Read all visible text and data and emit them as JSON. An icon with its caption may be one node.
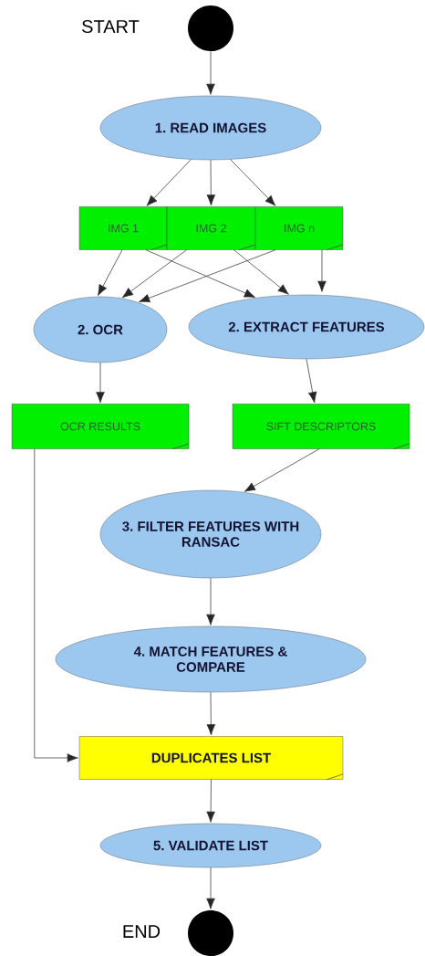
{
  "diagram": {
    "nodes": [
      {
        "text": [],
        "shape": "circle",
        "beside": [
          "START"
        ]
      },
      {
        "text": [
          "1. READ IMAGES"
        ]
      },
      {
        "text": [
          "IMG 1"
        ]
      },
      {
        "text": [
          "IMG 2"
        ]
      },
      {
        "text": [
          "IMG n"
        ]
      },
      {
        "text": [
          "2. OCR"
        ]
      },
      {
        "text": [
          "2. EXTRACT FEATURES"
        ]
      },
      {
        "text": [
          "OCR RESULTS"
        ]
      },
      {
        "text": [
          "SIFT DESCRIPTORS"
        ]
      },
      {
        "text": [
          "3. FILTER FEATURES WITH RANSAC"
        ]
      },
      {
        "text": [
          "4. MATCH FEATURES & COMPARE"
        ]
      },
      {
        "text": [
          "DUPLICATES LIST"
        ]
      },
      {
        "text": [
          "5. VALIDATE LIST"
        ]
      },
      {
        "text": [],
        "shape": "circle",
        "beside": [
          "END"
        ]
      }
    ],
    "edges": [
      {
        "from": 0,
        "to": 1,
        "arrow": "to"
      },
      {
        "from": 1,
        "to": 2,
        "arrow": "to"
      },
      {
        "from": 1,
        "to": 3,
        "arrow": "to"
      },
      {
        "from": 1,
        "to": 4,
        "arrow": "to"
      },
      {
        "from": 2,
        "to": 5,
        "arrow": "to"
      },
      {
        "from": 2,
        "to": 6,
        "arrow": "to"
      },
      {
        "from": 3,
        "to": 5,
        "arrow": "to"
      },
      {
        "from": 3,
        "to": 6,
        "arrow": "to"
      },
      {
        "from": 4,
        "to": 5,
        "arrow": "to"
      },
      {
        "from": 4,
        "to": 6,
        "arrow": "to"
      },
      {
        "from": 5,
        "to": 7,
        "arrow": "to"
      },
      {
        "from": 6,
        "to": 8,
        "arrow": "to"
      },
      {
        "from": 8,
        "to": 9,
        "arrow": "to"
      },
      {
        "from": 9,
        "to": 10,
        "arrow": "to"
      },
      {
        "from": 10,
        "to": 11,
        "arrow": "to"
      },
      {
        "from": 7,
        "to": 11,
        "arrow": "to"
      },
      {
        "from": 11,
        "to": 12,
        "arrow": "to"
      },
      {
        "from": 12,
        "to": 13,
        "arrow": "to"
      }
    ]
  }
}
